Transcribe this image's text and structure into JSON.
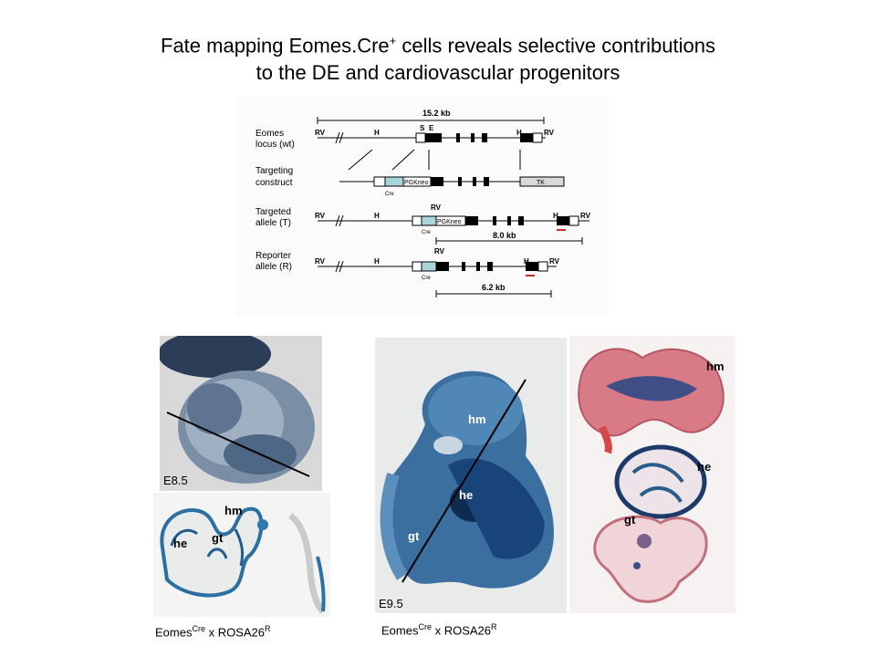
{
  "title": {
    "line1_pre": "Fate mapping Eomes.Cre",
    "line1_sup": "+",
    "line1_post": " cells reveals selective contributions",
    "line2": "to the DE and cardiovascular progenitors"
  },
  "schematic": {
    "span_label": "15.2 kb",
    "rows": [
      {
        "label1": "Eomes",
        "label2": "locus (wt)"
      },
      {
        "label1": "Targeting",
        "label2": "construct"
      },
      {
        "label1": "Targeted",
        "label2": "allele (T)"
      },
      {
        "label1": "Reporter",
        "label2": "allele (R)"
      }
    ],
    "site_rv": "RV",
    "site_h": "H",
    "site_s": "S",
    "site_e": "E",
    "cre": "Cre",
    "pgkneo": "PGKneo",
    "tk": "TK",
    "size_t": "8.0 kb",
    "size_r": "6.2 kb"
  },
  "panels": {
    "stage1": "E8.5",
    "stage2": "E9.5",
    "hm": "hm",
    "he": "he",
    "gt": "gt"
  },
  "captions": {
    "left_base": "Eomes",
    "left_sup": "Cre",
    "left_mid": " x ROSA26",
    "left_sup2": "R",
    "right_base": "Eomes",
    "right_sup": "Cre",
    "right_mid": " x ROSA26",
    "right_sup2": "R"
  },
  "colors": {
    "cre_box": "#a8d4dc",
    "xgal_blue": "#1f4f86",
    "eosin_pink": "#d97b86"
  }
}
